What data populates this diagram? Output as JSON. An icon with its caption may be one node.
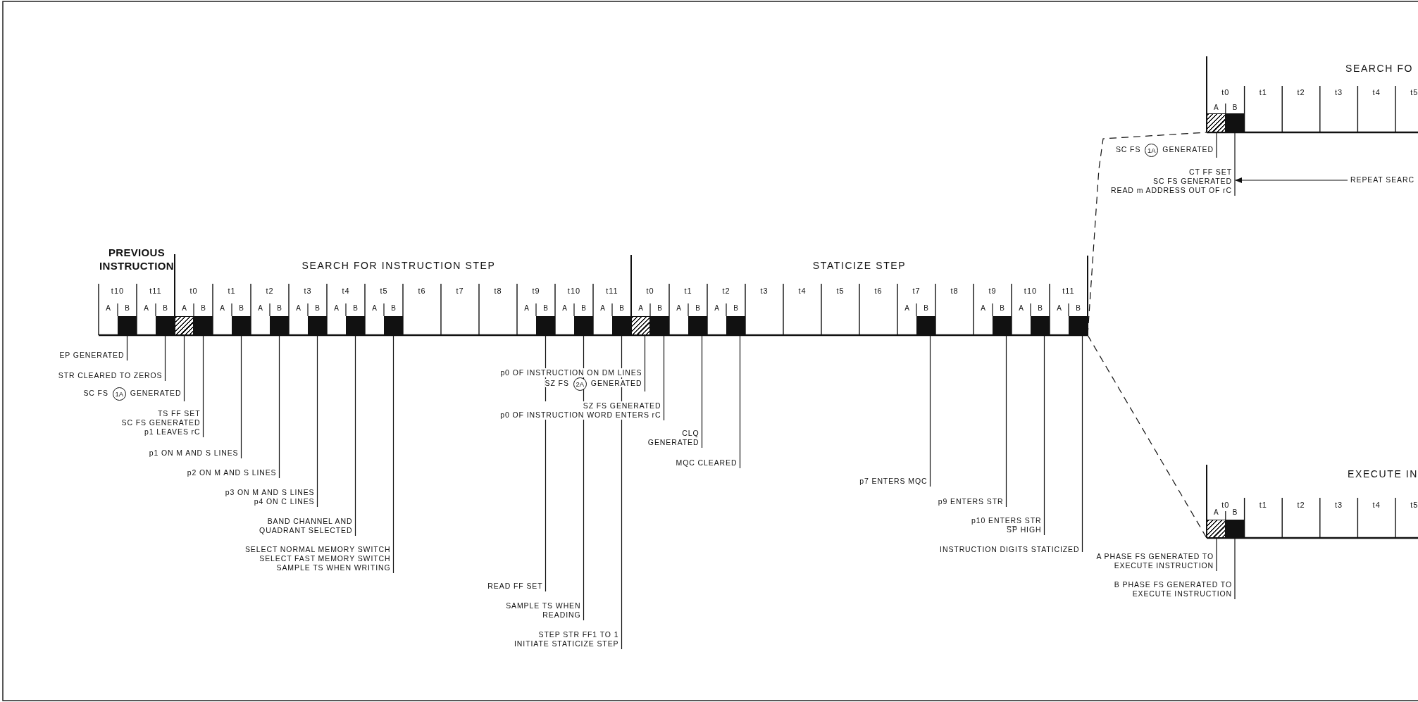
{
  "diagram": {
    "nodes": [
      {
        "text": [
          "SEARCH FO"
        ]
      },
      {
        "text": [],
        "shape": "bar",
        "in": 0
      },
      {
        "text": [],
        "shape": "bar",
        "in": 0
      },
      {
        "text": [
          "SC FS",
          "1A",
          "GENERATED"
        ]
      },
      {
        "text": [
          "CT FF SET",
          "SC FS GENERATED",
          "READ m ADDRESS OUT OF rC"
        ]
      },
      {
        "text": [
          "REPEAT SEARC"
        ]
      },
      {
        "text": [
          "PREVIOUS INSTRUCTION"
        ]
      },
      {
        "text": [],
        "shape": "bar",
        "in": 6
      },
      {
        "text": [],
        "shape": "bar",
        "in": 6
      },
      {
        "text": [
          "SEARCH FOR INSTRUCTION STEP"
        ]
      },
      {
        "text": [],
        "shape": "bar",
        "in": 9
      },
      {
        "text": [],
        "shape": "bar",
        "in": 9
      },
      {
        "text": [],
        "shape": "bar",
        "in": 9
      },
      {
        "text": [],
        "shape": "bar",
        "in": 9
      },
      {
        "text": [],
        "shape": "bar",
        "in": 9
      },
      {
        "text": [],
        "shape": "bar",
        "in": 9
      },
      {
        "text": [],
        "shape": "bar",
        "in": 9
      },
      {
        "text": [],
        "shape": "bar",
        "in": 9
      },
      {
        "text": [],
        "shape": "bar",
        "in": 9
      },
      {
        "text": [],
        "shape": "bar",
        "in": 9
      },
      {
        "text": [
          "STATICIZE STEP"
        ]
      },
      {
        "text": [],
        "shape": "bar",
        "in": 20
      },
      {
        "text": [],
        "shape": "bar",
        "in": 20
      },
      {
        "text": [],
        "shape": "bar",
        "in": 20
      },
      {
        "text": [],
        "shape": "bar",
        "in": 20
      },
      {
        "text": [],
        "shape": "bar",
        "in": 20
      },
      {
        "text": [],
        "shape": "bar",
        "in": 20
      },
      {
        "text": [],
        "shape": "bar",
        "in": 20
      },
      {
        "text": [],
        "shape": "bar",
        "in": 20
      },
      {
        "text": [
          "EP GENERATED"
        ]
      },
      {
        "text": [
          "STR CLEARED TO ZEROS"
        ]
      },
      {
        "text": [
          "SC FS",
          "1A",
          "GENERATED"
        ]
      },
      {
        "text": [
          "TS FF SET",
          "SC FS GENERATED",
          "p1 LEAVES rC"
        ]
      },
      {
        "text": [
          "p1 ON M AND S LINES"
        ]
      },
      {
        "text": [
          "p2 ON M AND S LINES"
        ]
      },
      {
        "text": [
          "p3 ON M AND S LINES",
          "p4 ON C LINES"
        ]
      },
      {
        "text": [
          "BAND CHANNEL AND QUADRANT SELECTED"
        ]
      },
      {
        "text": [
          "SELECT NORMAL MEMORY SWITCH",
          "SELECT FAST MEMORY SWITCH",
          "SAMPLE TS WHEN WRITING"
        ]
      },
      {
        "text": [
          "p0 OF INSTRUCTION ON DM LINES",
          "SZ FS",
          "2A",
          "GENERATED"
        ]
      },
      {
        "text": [
          "SZ FS GENERATED",
          "p0 OF INSTRUCTION WORD ENTERS rC"
        ]
      },
      {
        "text": [
          "CLQ GENERATED"
        ]
      },
      {
        "text": [
          "MQC CLEARED"
        ]
      },
      {
        "text": [
          "p7 ENTERS MQC"
        ]
      },
      {
        "text": [
          "p9 ENTERS STR"
        ]
      },
      {
        "text": [
          "p10 ENTERS STR",
          "S̅P̅ HIGH"
        ]
      },
      {
        "text": [
          "INSTRUCTION DIGITS STATICIZED"
        ]
      },
      {
        "text": [
          "READ FF SET"
        ]
      },
      {
        "text": [
          "SAMPLE TS WHEN READING"
        ]
      },
      {
        "text": [
          "STEP STR FF1 TO 1",
          "INITIATE STATICIZE STEP"
        ]
      },
      {
        "text": [
          "EXECUTE IN"
        ]
      },
      {
        "text": [],
        "shape": "bar",
        "in": 49
      },
      {
        "text": [],
        "shape": "bar",
        "in": 49
      },
      {
        "text": [
          "A PHASE FS GENERATED TO EXECUTE INSTRUCTION"
        ]
      },
      {
        "text": [
          "B PHASE FS GENERATED TO EXECUTE INSTRUCTION"
        ]
      }
    ],
    "edges": [
      {
        "from": 3,
        "to": 1,
        "arrow": "none"
      },
      {
        "from": 4,
        "to": 2,
        "arrow": "none"
      },
      {
        "from": 5,
        "to": 4,
        "arrow": "to"
      },
      {
        "from": 29,
        "to": 7,
        "arrow": "none"
      },
      {
        "from": 30,
        "to": 8,
        "arrow": "none"
      },
      {
        "from": 31,
        "to": 10,
        "arrow": "none"
      },
      {
        "from": 32,
        "to": 11,
        "arrow": "none"
      },
      {
        "from": 33,
        "to": 12,
        "arrow": "none"
      },
      {
        "from": 34,
        "to": 13,
        "arrow": "none"
      },
      {
        "from": 35,
        "to": 14,
        "arrow": "none"
      },
      {
        "from": 36,
        "to": 15,
        "arrow": "none"
      },
      {
        "from": 37,
        "to": 16,
        "arrow": "none"
      },
      {
        "from": 38,
        "to": 21,
        "arrow": "none"
      },
      {
        "from": 39,
        "to": 22,
        "arrow": "none"
      },
      {
        "from": 40,
        "to": 23,
        "arrow": "none"
      },
      {
        "from": 41,
        "to": 24,
        "arrow": "none"
      },
      {
        "from": 42,
        "to": 25,
        "arrow": "none"
      },
      {
        "from": 43,
        "to": 26,
        "arrow": "none"
      },
      {
        "from": 44,
        "to": 27,
        "arrow": "none"
      },
      {
        "from": 45,
        "to": 28,
        "arrow": "none"
      },
      {
        "from": 46,
        "to": 17,
        "arrow": "none"
      },
      {
        "from": 47,
        "to": 18,
        "arrow": "none"
      },
      {
        "from": 48,
        "to": 19,
        "arrow": "none"
      },
      {
        "from": 20,
        "to": 0,
        "arrow": "none",
        "style": "dashed"
      },
      {
        "from": 20,
        "to": 49,
        "arrow": "none",
        "style": "dashed"
      },
      {
        "from": 52,
        "to": 50,
        "arrow": "none"
      },
      {
        "from": 53,
        "to": 51,
        "arrow": "none"
      }
    ],
    "labels": [
      "t0",
      "A",
      "B",
      "t1",
      "t2",
      "t3",
      "t4",
      "t5",
      "t10",
      "A",
      "B",
      "t11",
      "A",
      "B",
      "t0",
      "A",
      "B",
      "t1",
      "A",
      "B",
      "t2",
      "A",
      "B",
      "t3",
      "A",
      "B",
      "t4",
      "A",
      "B",
      "t5",
      "A",
      "B",
      "t6",
      "t7",
      "t8",
      "t9",
      "A",
      "B",
      "t10",
      "A",
      "B",
      "t11",
      "A",
      "B",
      "t0",
      "A",
      "B",
      "t1",
      "A",
      "B",
      "t2",
      "A",
      "B",
      "t3",
      "t4",
      "t5",
      "t6",
      "t7",
      "A",
      "B",
      "t8",
      "t9",
      "A",
      "B",
      "t10",
      "A",
      "B",
      "t11",
      "A",
      "B",
      "t0",
      "A",
      "B",
      "t1",
      "t2",
      "t3",
      "t4",
      "t5"
    ]
  }
}
